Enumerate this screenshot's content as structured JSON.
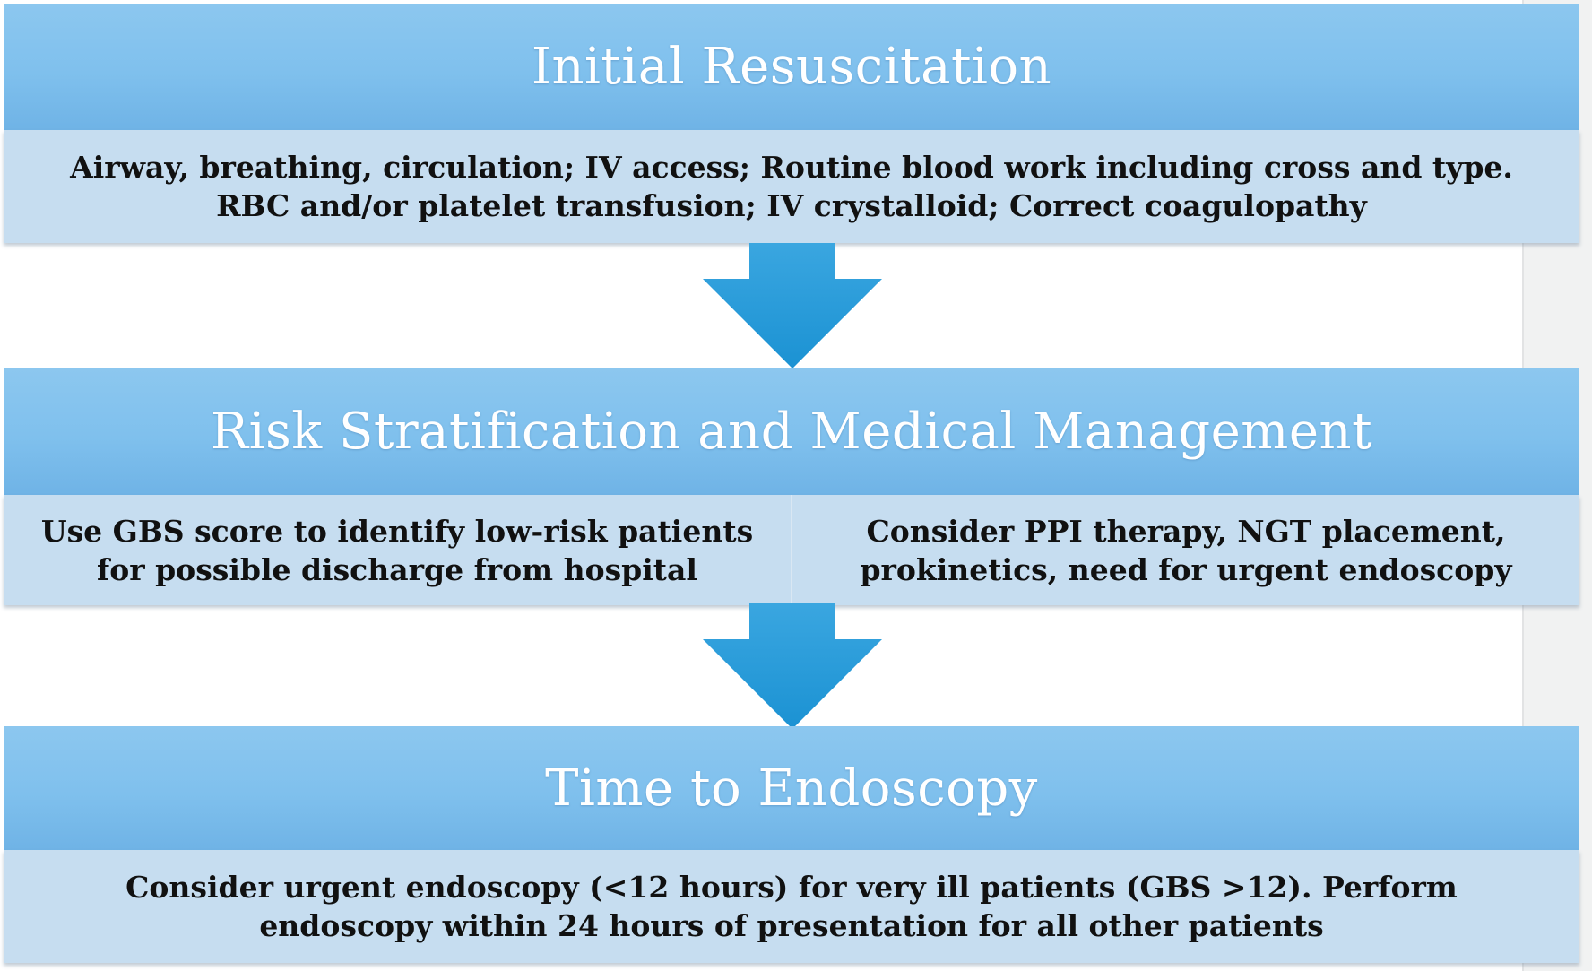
{
  "steps": [
    {
      "title": "Initial Resuscitation",
      "body": "Airway, breathing, circulation; IV access; Routine blood work including cross and type.\nRBC and/or platelet transfusion; IV crystalloid; Correct coagulopathy"
    },
    {
      "title": "Risk Stratification and Medical Management",
      "body_left": "Use GBS score to identify low-risk patients\nfor possible discharge from hospital",
      "body_right": "Consider PPI therapy, NGT placement,\nprokinetics, need for urgent endoscopy"
    },
    {
      "title": "Time to Endoscopy",
      "body": "Consider urgent endoscopy (<12 hours) for very ill patients (GBS >12). Perform\nendoscopy within 24 hours of presentation for all other patients"
    }
  ],
  "colors": {
    "header_blue": "#7fc0ed",
    "body_blue": "#c6ddf0",
    "arrow_blue": "#1d97d6"
  }
}
